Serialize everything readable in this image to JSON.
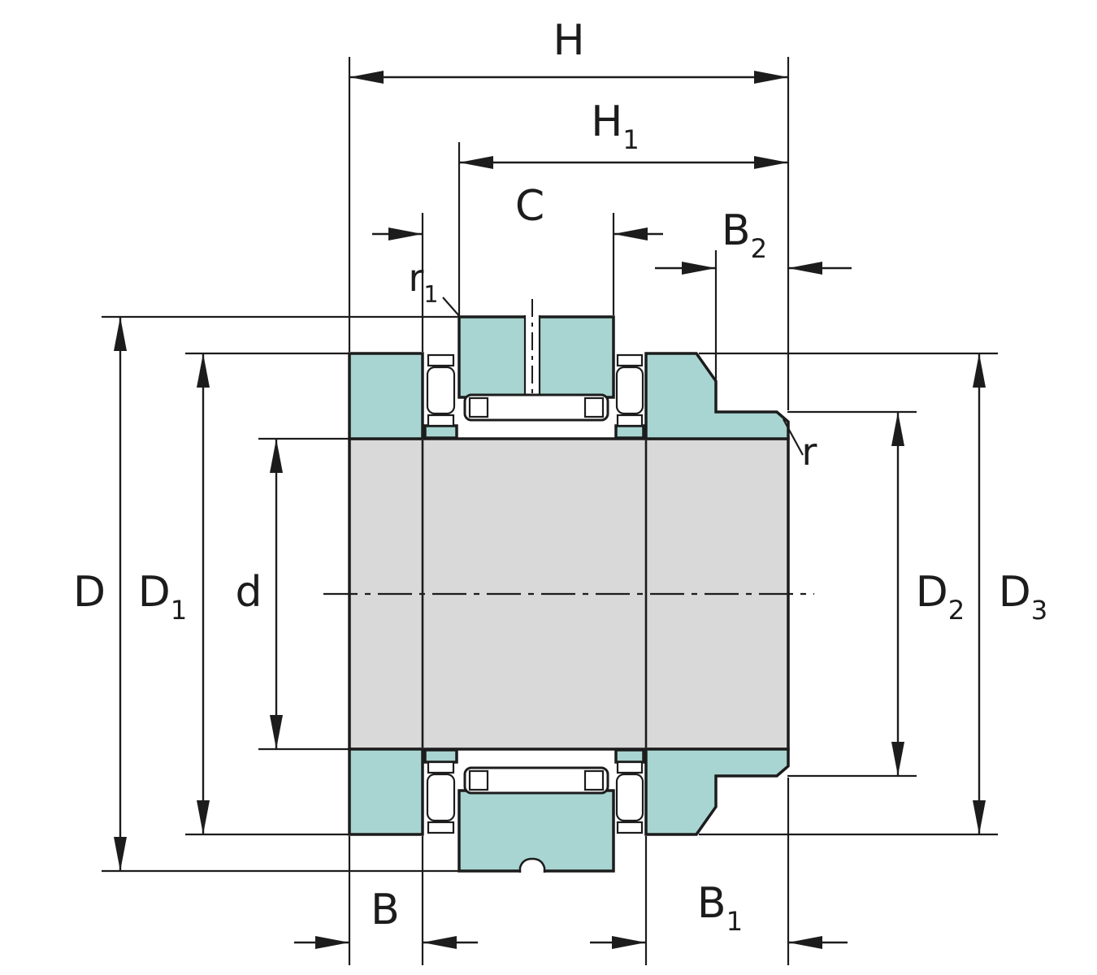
{
  "diagram": {
    "name": "bearing-cross-section-dimension-drawing",
    "dimension_labels": {
      "H": {
        "base": "H",
        "sub": ""
      },
      "H1": {
        "base": "H",
        "sub": "1"
      },
      "C": {
        "base": "C",
        "sub": ""
      },
      "B2": {
        "base": "B",
        "sub": "2"
      },
      "r1": {
        "base": "r",
        "sub": "1"
      },
      "r": {
        "base": "r",
        "sub": ""
      },
      "D": {
        "base": "D",
        "sub": ""
      },
      "D1": {
        "base": "D",
        "sub": "1"
      },
      "d": {
        "base": "d",
        "sub": ""
      },
      "D2": {
        "base": "D",
        "sub": "2"
      },
      "D3": {
        "base": "D",
        "sub": "3"
      },
      "B": {
        "base": "B",
        "sub": ""
      },
      "B1": {
        "base": "B",
        "sub": "1"
      }
    },
    "colors": {
      "ring_fill": "#a8d5d1",
      "shaft_fill": "#d9d9d9",
      "line": "#1c1c1c",
      "background": "#ffffff"
    }
  }
}
